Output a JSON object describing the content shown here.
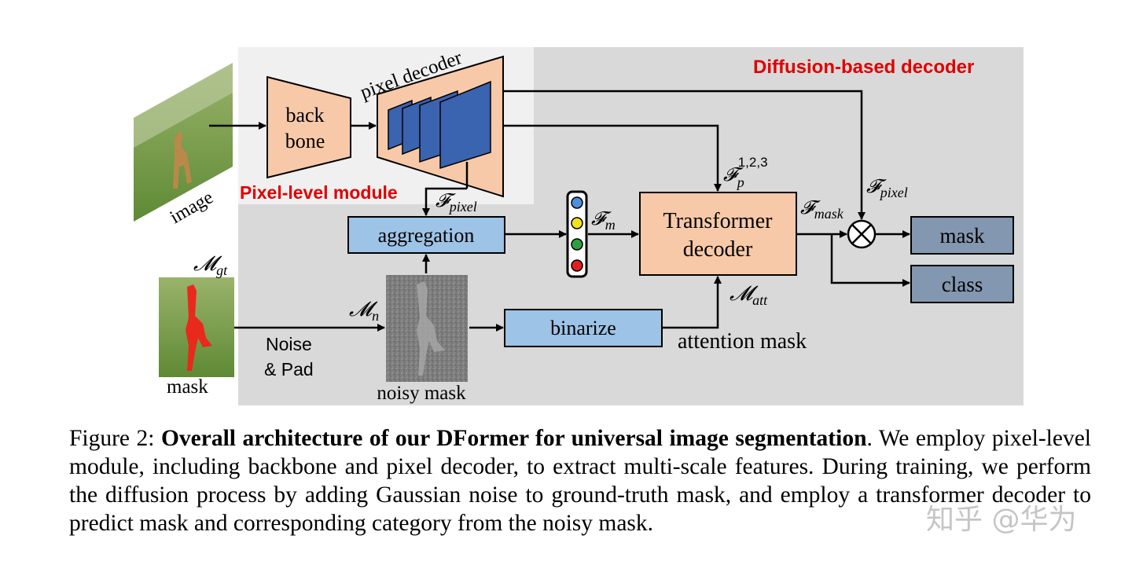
{
  "figure": {
    "region_labels": {
      "diffusion": "Diffusion-based decoder",
      "pixel_module": "Pixel-level module"
    },
    "blocks": {
      "backbone_line1": "back",
      "backbone_line2": "bone",
      "pixel_decoder": "pixel decoder",
      "aggregation": "aggregation",
      "transformer_line1": "Transformer",
      "transformer_line2": "decoder",
      "binarize": "binarize",
      "mask_out": "mask",
      "class_out": "class"
    },
    "labels": {
      "image": "image",
      "mask": "mask",
      "noisy_mask": "noisy mask",
      "noise_pad_line1": "Noise",
      "noise_pad_line2": "& Pad",
      "attention_mask": "attention mask"
    },
    "math": {
      "f_pixel_bottom": "𝓕",
      "f_pixel_bottom_sub": "pixel",
      "f_pixel_right": "𝓕",
      "f_pixel_right_sub": "pixel",
      "f_p": "𝓕",
      "f_p_sub": "p",
      "f_p_sup": "1,2,3",
      "f_m": "𝓕",
      "f_m_sub": "m",
      "f_mask": "𝓕",
      "f_mask_sub": "mask",
      "m_gt": "𝓜",
      "m_gt_sub": "gt",
      "m_n": "𝓜",
      "m_n_sub": "n",
      "m_att": "𝓜",
      "m_att_sub": "att"
    },
    "query_dot_colors": [
      "#4f8fd8",
      "#f2e21a",
      "#2ea043",
      "#e02020"
    ],
    "colors": {
      "decoder_bg": "#d9d9d9",
      "pixel_module_bg": "#f0f0f0",
      "peach": "#f8c9a8",
      "blue_box": "#9dc3e6",
      "slate_box": "#8497b0",
      "feature_blue": "#3a63b0",
      "red_text": "#e00000"
    }
  },
  "caption": {
    "prefix": "Figure 2: ",
    "title": "Overall architecture of our DFormer for universal image segmentation",
    "body": ". We employ pixel-level module, including backbone and pixel decoder, to extract multi-scale features. During training, we perform the diffusion process by adding Gaussian noise to ground-truth mask, and employ a transformer decoder to predict mask and corresponding category from the noisy mask."
  },
  "watermark": "知乎 @华为"
}
